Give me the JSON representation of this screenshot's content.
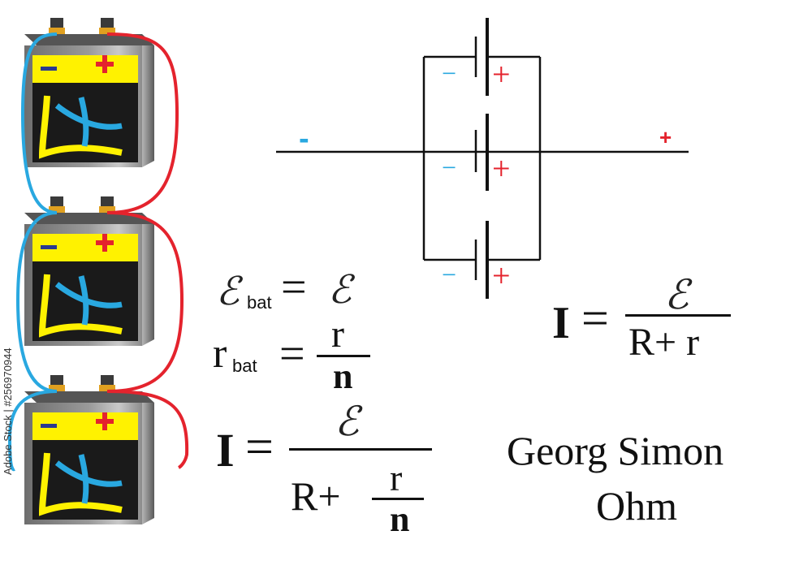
{
  "circuit": {
    "minus_sign": "−",
    "plus_sign": "+",
    "wire_minus": "-",
    "wire_plus": "+",
    "cells": [
      {
        "minus": "−",
        "plus": "+"
      },
      {
        "minus": "−",
        "plus": "+"
      },
      {
        "minus": "−",
        "plus": "+"
      }
    ]
  },
  "batteries": [
    {
      "minus": "−",
      "plus": "+"
    },
    {
      "minus": "−",
      "plus": "+"
    },
    {
      "minus": "−",
      "plus": "+"
    }
  ],
  "formulas": {
    "emf_symbol": "ℰ",
    "emf_bat_sub": "bat",
    "equals": "=",
    "r": "r",
    "r_bat_sub": "bat",
    "n": "n",
    "I": "I",
    "R_plus_r": "R+ r",
    "R_plus": "R+"
  },
  "caption": {
    "line1": "Georg Simon",
    "line2": "Ohm"
  },
  "watermark": {
    "stock_id": "Adobe Stock | #256970944"
  },
  "colors": {
    "minus_blue": "#29a8e0",
    "plus_red": "#e4232d",
    "battery_yellow": "#fff200",
    "battery_body": "#8a8a8a",
    "wire_blue": "#29a8e0",
    "wire_red": "#e4232d"
  }
}
